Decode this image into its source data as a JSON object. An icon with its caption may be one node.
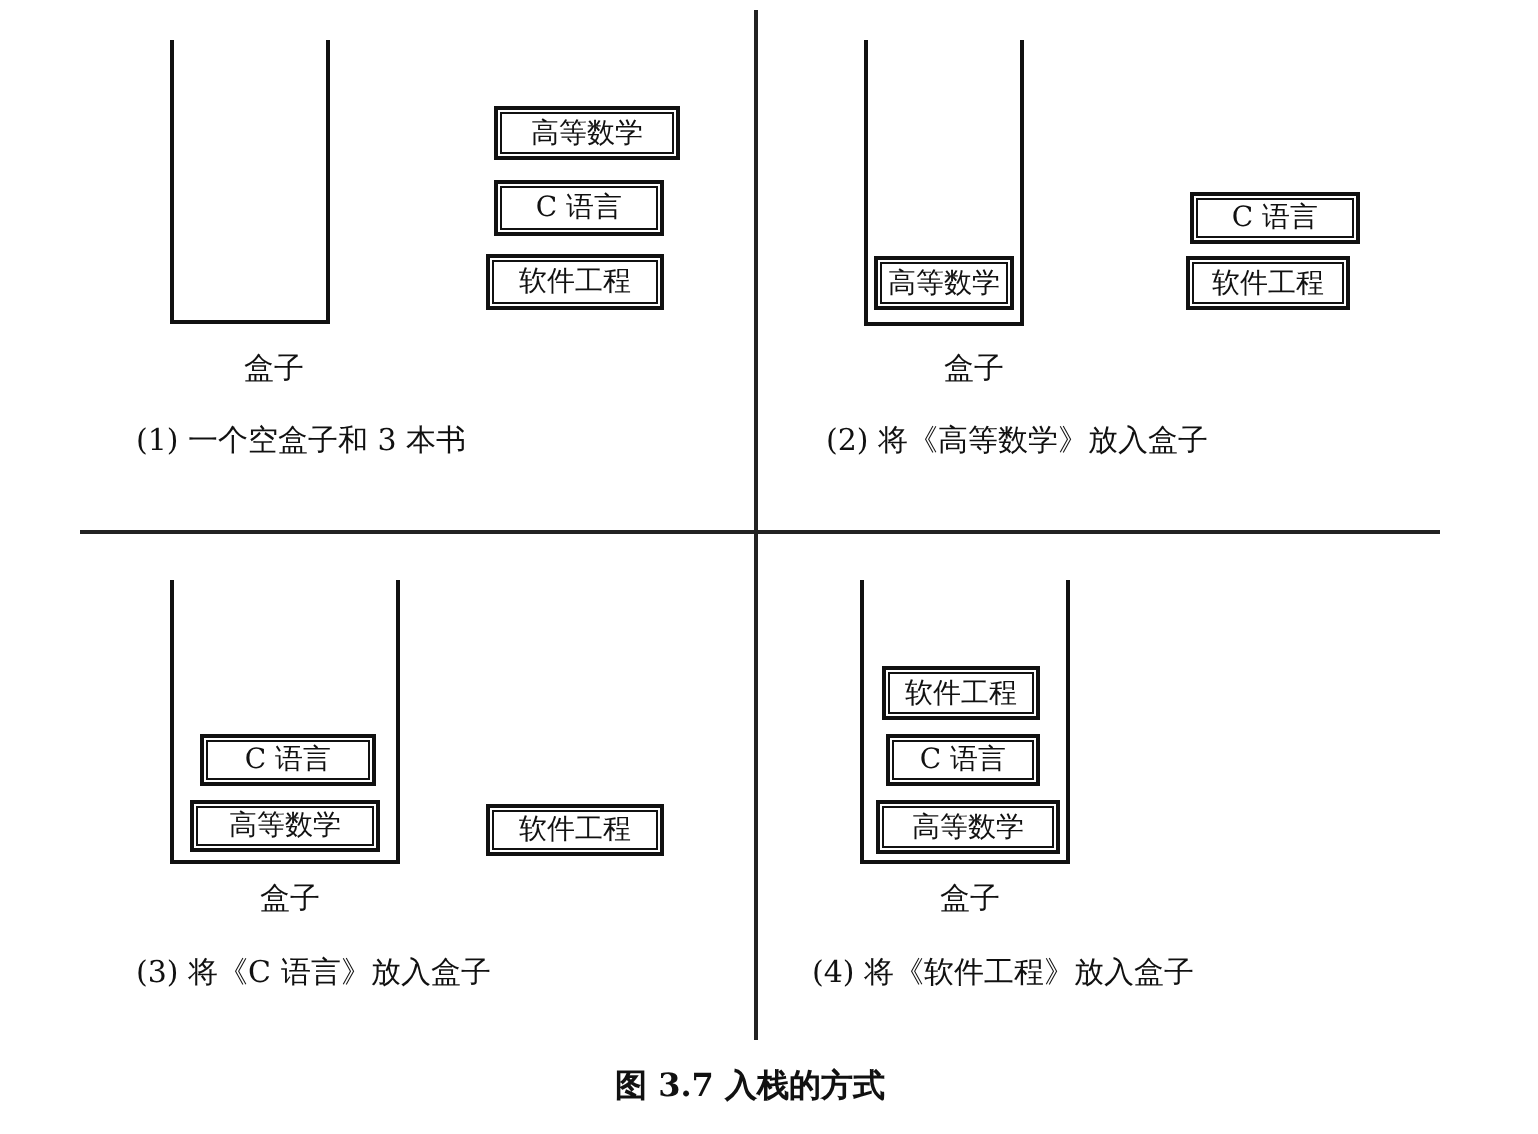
{
  "diagram": {
    "caption": "图 3.7 入栈的方式",
    "nodes": [
      {
        "text": [
          "盒子"
        ]
      },
      {
        "text": [
          "高等数学"
        ]
      },
      {
        "text": [
          "C 语言"
        ]
      },
      {
        "text": [
          "软件工程"
        ]
      },
      {
        "text": [
          "盒子"
        ]
      },
      {
        "text": [
          "高等数学"
        ],
        "in": 4
      },
      {
        "text": [
          "C 语言"
        ]
      },
      {
        "text": [
          "软件工程"
        ]
      },
      {
        "text": [
          "盒子"
        ]
      },
      {
        "text": [
          "C 语言"
        ],
        "in": 8
      },
      {
        "text": [
          "高等数学"
        ],
        "in": 8
      },
      {
        "text": [
          "软件工程"
        ]
      },
      {
        "text": [
          "盒子"
        ]
      },
      {
        "text": [
          "软件工程"
        ],
        "in": 12
      },
      {
        "text": [
          "C 语言"
        ],
        "in": 12
      },
      {
        "text": [
          "高等数学"
        ],
        "in": 12
      }
    ],
    "labels": [
      "(1) 一个空盒子和 3 本书",
      "(2) 将《高等数学》放入盒子",
      "(3) 将《C 语言》放入盒子",
      "(4) 将《软件工程》放入盒子"
    ]
  }
}
